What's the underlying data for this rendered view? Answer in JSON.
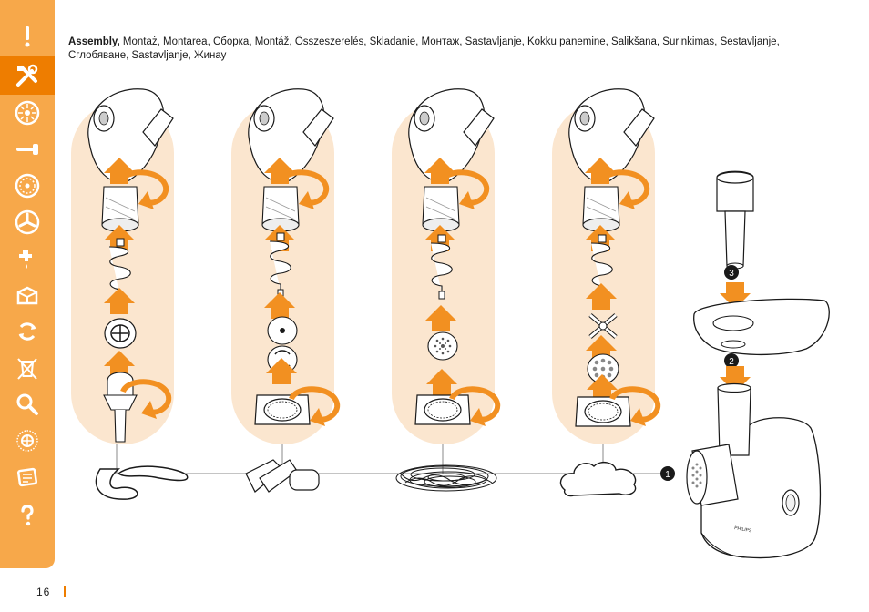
{
  "header": {
    "title": "Assembly,",
    "languages": "Montaż, Montarea, Сборка, Montáž, Összeszerelés, Skladanie, Монтаж, Sastavljanje, Kokku panemine, Salikšana, Surinkimas, Sestavljanje, Сглобяване, Sastavljanje, Жинау"
  },
  "sidebar": {
    "tabs": [
      {
        "icon": "warning-icon",
        "label": "!"
      },
      {
        "icon": "tools-icon",
        "active": true
      },
      {
        "icon": "disc-grater-icon"
      },
      {
        "icon": "pusher-icon"
      },
      {
        "icon": "fine-disc-icon"
      },
      {
        "icon": "knife-disc-icon"
      },
      {
        "icon": "faucet-icon"
      },
      {
        "icon": "storage-box-icon"
      },
      {
        "icon": "recycle-icon"
      },
      {
        "icon": "crossed-bin-icon"
      },
      {
        "icon": "magnifier-icon"
      },
      {
        "icon": "globe-icon"
      },
      {
        "icon": "recipe-icon"
      },
      {
        "icon": "help-icon",
        "label": "?"
      }
    ]
  },
  "steps": [
    "1",
    "2",
    "3"
  ],
  "brand": "PHILIPS",
  "page_number": "16",
  "colors": {
    "accent": "#ee7d00",
    "sidebar": "#f7a84a",
    "panel": "#fbe6cf",
    "arrow": "#f29021"
  }
}
